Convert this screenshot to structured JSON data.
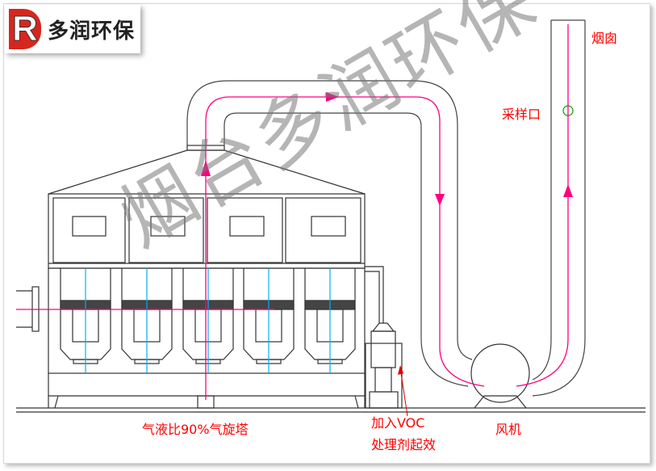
{
  "logo": {
    "letter": "R",
    "text": "多润环保"
  },
  "watermark": "烟台多润环保",
  "labels": {
    "chimney": "烟囱",
    "sampling_port": "采样口",
    "tower": "气液比90%气旋塔",
    "voc_line1": "加入VOC",
    "voc_line2": "处理剂起效",
    "fan": "风机"
  },
  "colors": {
    "flow": "#ff007f",
    "water": "#00b0f0",
    "label": "#ff0000",
    "line": "#333333"
  }
}
